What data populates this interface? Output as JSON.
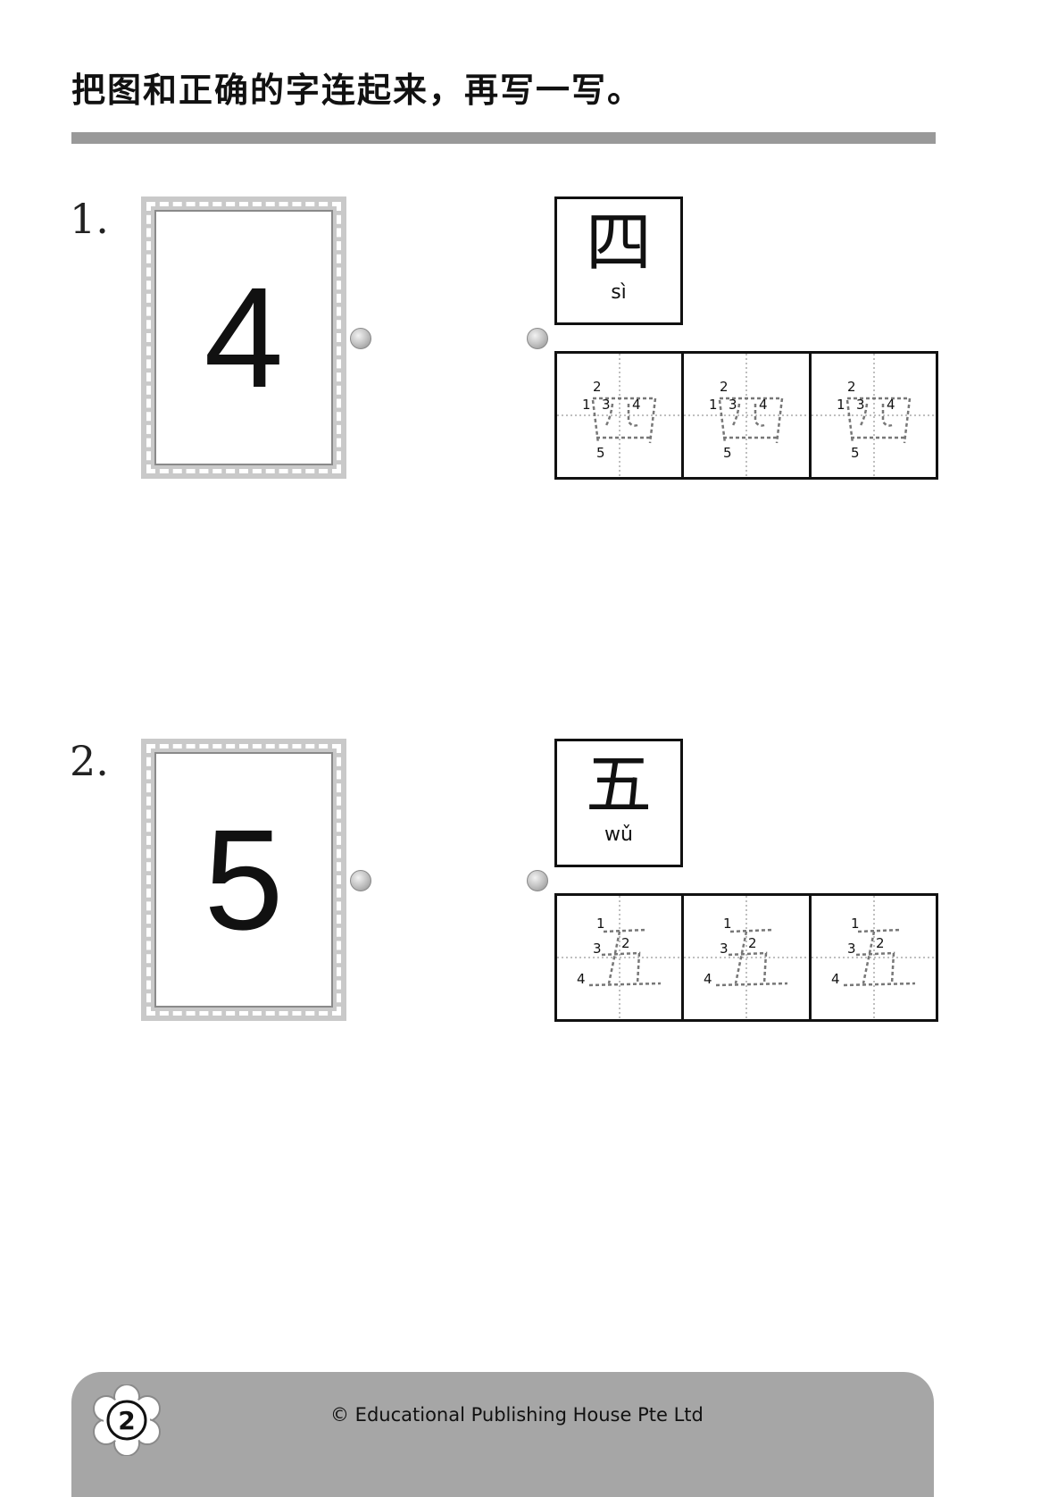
{
  "instruction": "把图和正确的字连起来，再写一写。",
  "questions": [
    {
      "number": "1.",
      "digit": "4",
      "character": "四",
      "pinyin": "sì",
      "stroke_numbers": [
        "1",
        "2",
        "3",
        "4",
        "5"
      ]
    },
    {
      "number": "2.",
      "digit": "5",
      "character": "五",
      "pinyin": "wǔ",
      "stroke_numbers": [
        "1",
        "2",
        "3",
        "4"
      ]
    }
  ],
  "footer": {
    "page_number": "2",
    "copyright": "© Educational Publishing House Pte Ltd"
  },
  "colors": {
    "rule": "#999999",
    "footer": "#a6a6a6",
    "card_border": "#c9c9c9"
  }
}
